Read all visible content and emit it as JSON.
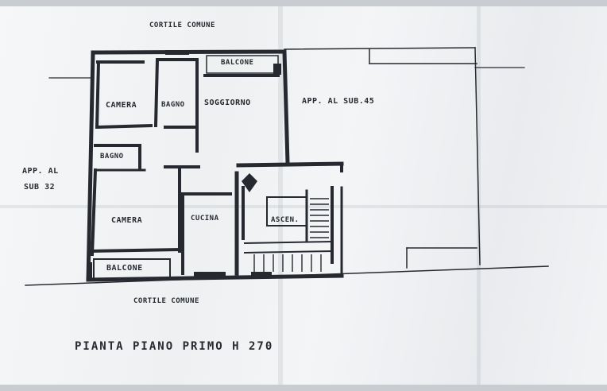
{
  "labels": {
    "top_courtyard": "CORTILE COMUNE",
    "bottom_courtyard": "CORTILE COMUNE",
    "left_apartment_line1": "APP. AL",
    "left_apartment_line2": "SUB 32",
    "right_apartment": "APP. AL SUB.45",
    "camera_top": "CAMERA",
    "bagno_top": "BAGNO",
    "soggiorno": "SOGGIORNO",
    "balcone_top": "BALCONE",
    "bagno_small": "BAGNO",
    "camera_bottom": "CAMERA",
    "cucina": "CUCINA",
    "ascensore": "ASCEN.",
    "balcone_bottom": "BALCONE",
    "plan_title": "PIANTA PIANO PRIMO   H   270"
  },
  "colors": {
    "paper": "#f3f4f6",
    "ink": "#262a30"
  }
}
